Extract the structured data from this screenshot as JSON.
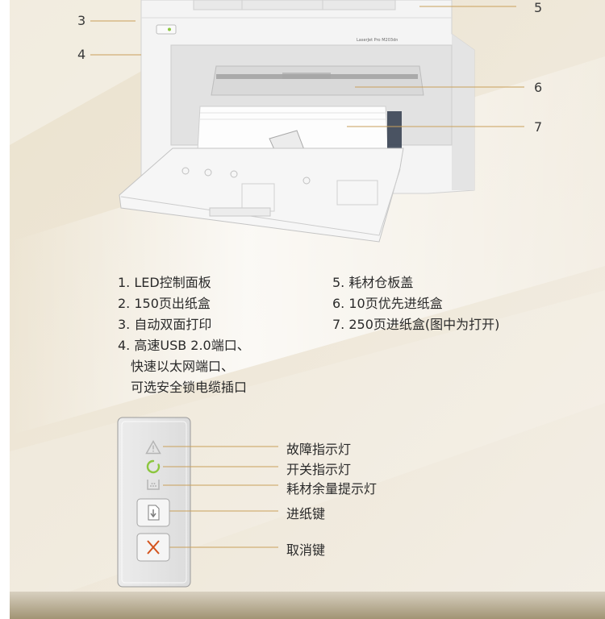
{
  "printer": {
    "model_text": "LaserJet Pro M203dn"
  },
  "callouts": [
    "3",
    "4",
    "5",
    "6",
    "7"
  ],
  "features": {
    "left": [
      "1. LED控制面板",
      "2. 150页出纸盒",
      "3. 自动双面打印",
      "4. 高速USB 2.0端口、",
      "快速以太网端口、",
      "可选安全锁电缆插口"
    ],
    "right": [
      "5. 耗材仓板盖",
      "6. 10页优先进纸盒",
      "7. 250页进纸盒(图中为打开)"
    ]
  },
  "control_panel": {
    "labels": [
      "故障指示灯",
      "开关指示灯",
      "耗材余量提示灯",
      "进纸键",
      "取消键"
    ],
    "icons": [
      "warning-icon",
      "power-icon",
      "toner-icon",
      "paper-feed-icon",
      "cancel-icon"
    ],
    "power_color": "#8cc63f",
    "cancel_color": "#d4531d"
  },
  "colors": {
    "leader_line": "#c9a05a",
    "background": "#efe8d9",
    "footer_band": "#9a8c72"
  }
}
